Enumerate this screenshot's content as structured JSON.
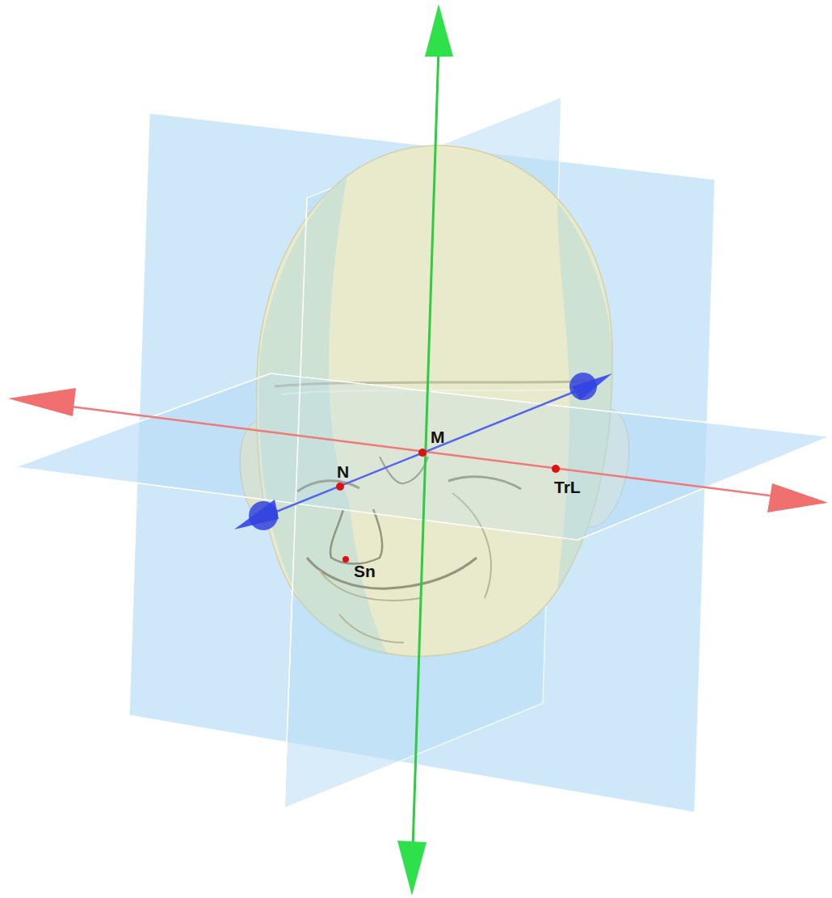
{
  "diagram": {
    "labels": [
      "M",
      "N",
      "TrL",
      "Sn"
    ]
  }
}
